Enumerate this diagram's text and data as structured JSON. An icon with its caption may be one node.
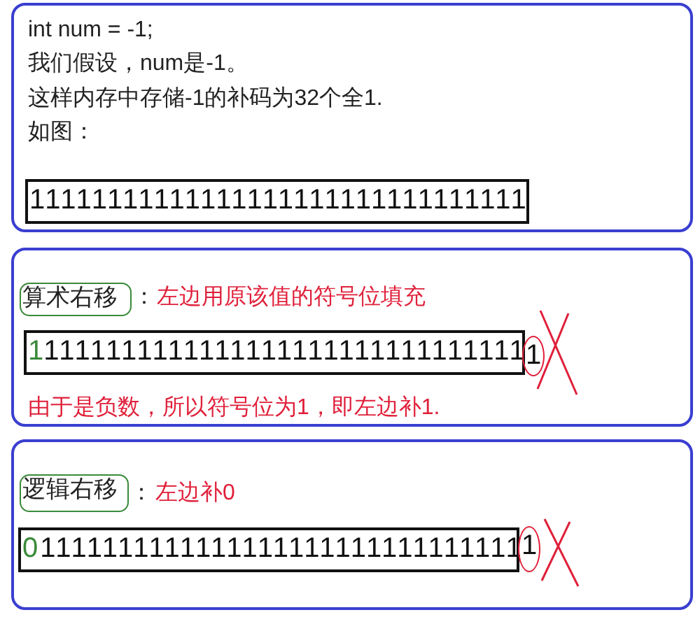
{
  "diagram": {
    "nodes": [
      {
        "text": [
          "int num = -1;",
          "我们假设，num是-1。",
          "这样内存中存储-1的补码为32个全1.",
          "如图："
        ]
      },
      {
        "text": [
          "11111111111111111111111111111111"
        ],
        "in": 0
      },
      {
        "text": [
          "：",
          "左边用原该值的符号位填充",
          "由于是负数，所以符号位为1，即左边补1."
        ]
      },
      {
        "text": [
          "算术右移"
        ],
        "in": 2
      },
      {
        "text": [
          "11111111111111111111111111111111"
        ],
        "in": 2
      },
      {
        "text": [
          "1"
        ],
        "in": 2
      },
      {
        "text": [
          "：",
          "左边补0"
        ]
      },
      {
        "text": [
          "逻辑右移"
        ],
        "in": 6
      },
      {
        "text": [
          "01111111111111111111111111111111"
        ],
        "in": 6
      },
      {
        "text": [
          "1"
        ],
        "in": 6
      }
    ],
    "edges": []
  }
}
